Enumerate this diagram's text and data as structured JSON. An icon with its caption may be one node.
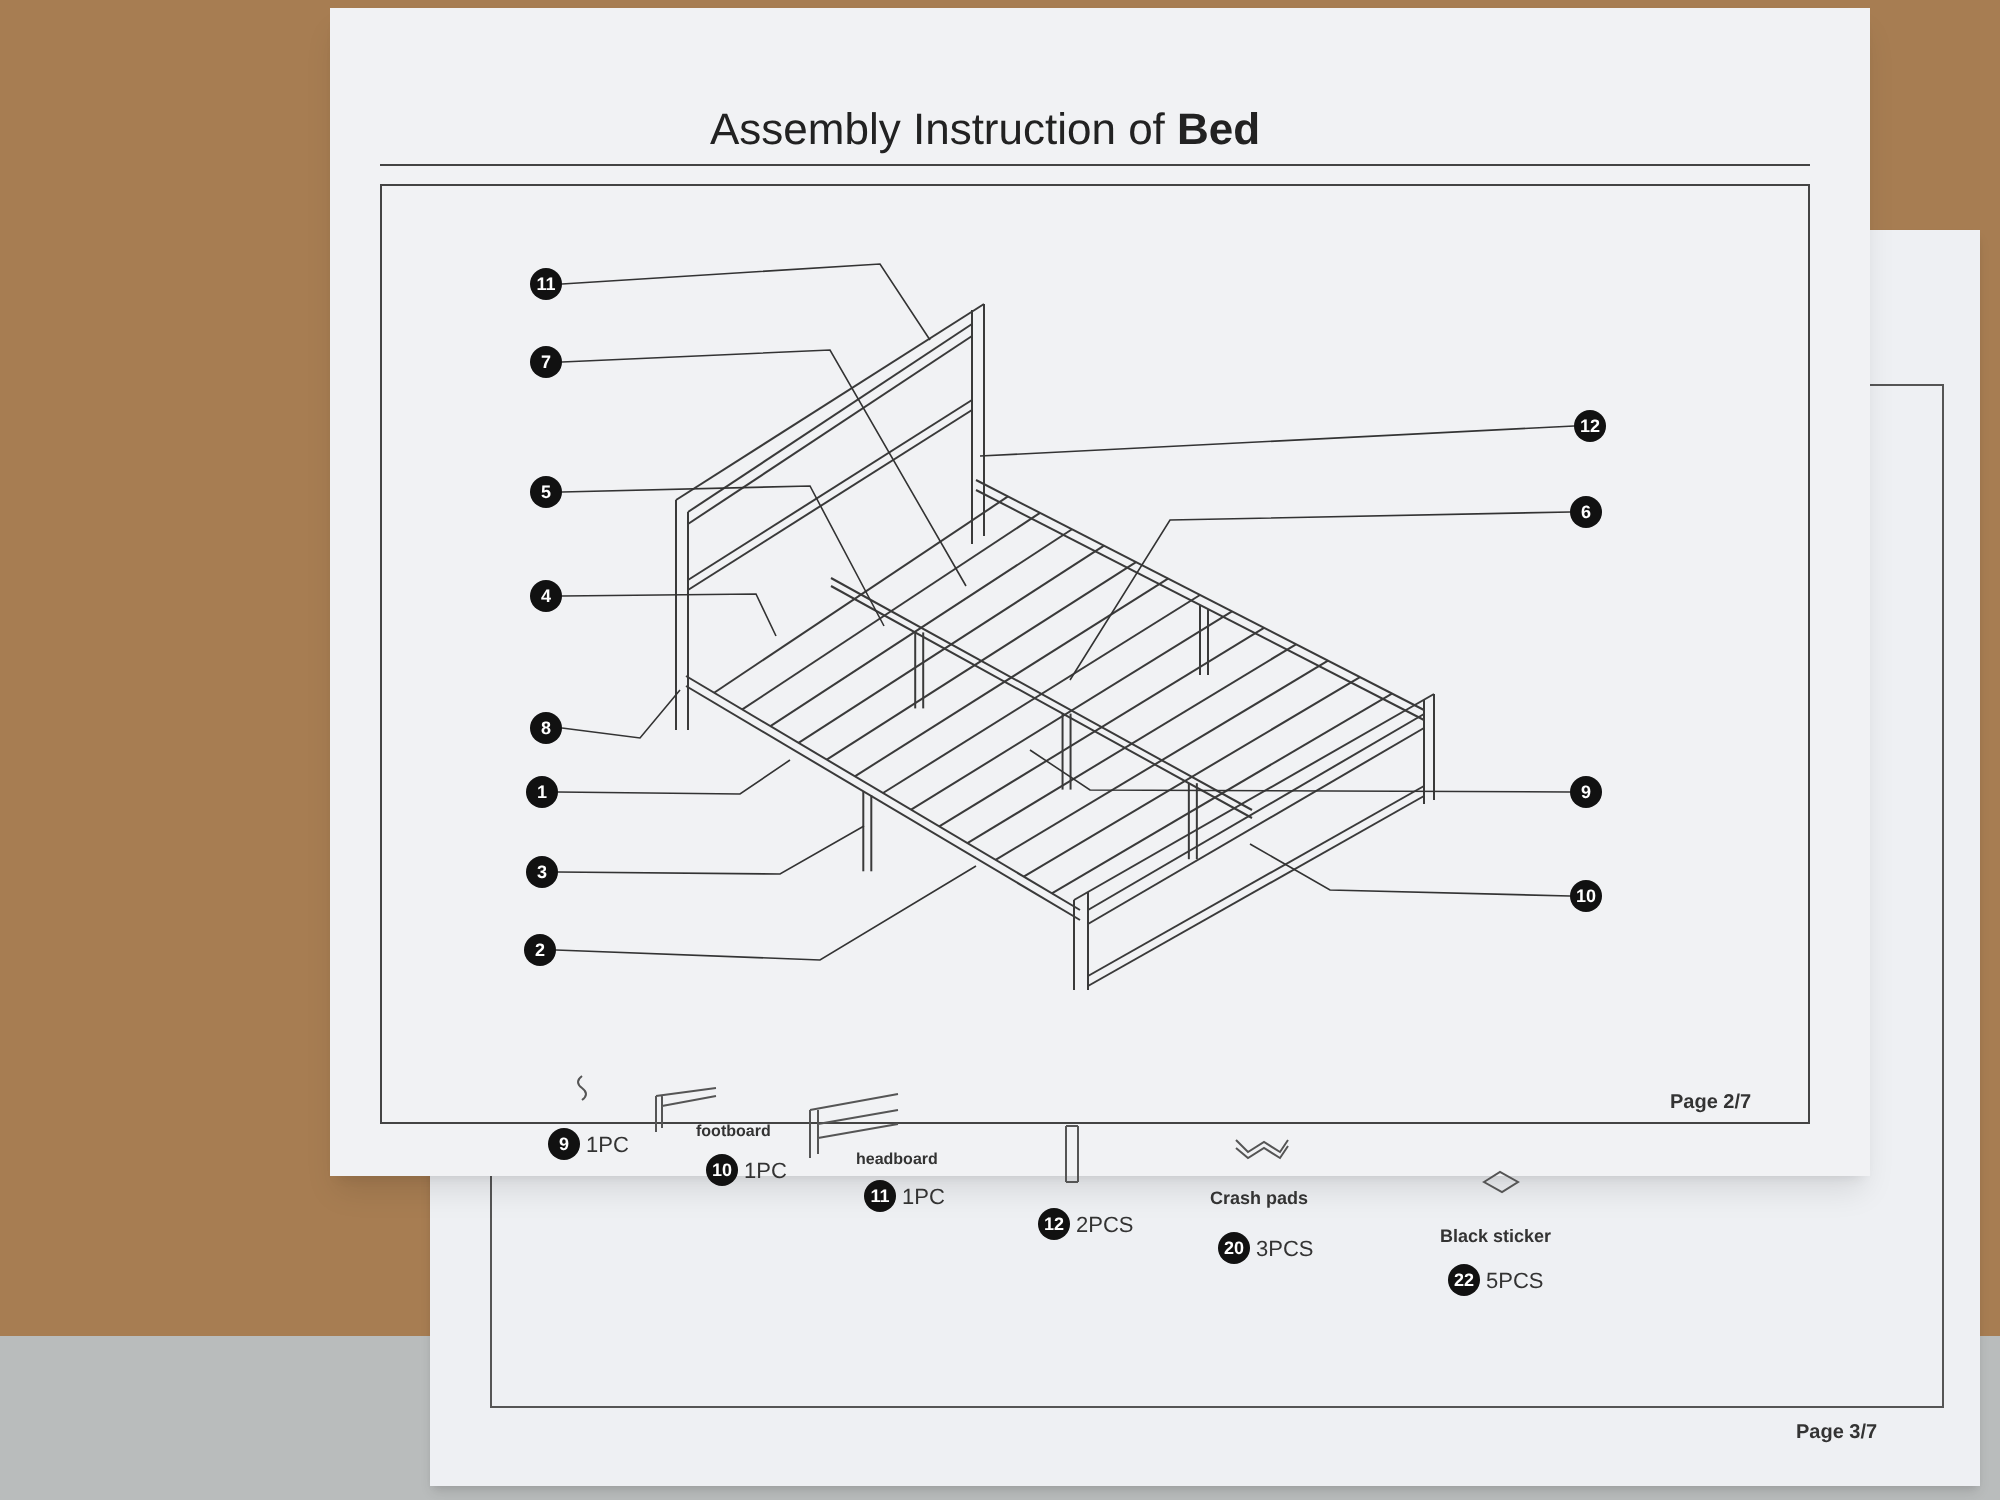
{
  "diagram": {
    "title": "Assembly Instruction of **Bed**",
    "nodes": [
      {
        "text": [
          "11"
        ]
      },
      {
        "text": [
          "7"
        ]
      },
      {
        "text": [
          "5"
        ]
      },
      {
        "text": [
          "4"
        ]
      },
      {
        "text": [
          "8"
        ]
      },
      {
        "text": [
          "1"
        ]
      },
      {
        "text": [
          "3"
        ]
      },
      {
        "text": [
          "2"
        ]
      },
      {
        "text": [
          "12"
        ]
      },
      {
        "text": [
          "6"
        ]
      },
      {
        "text": [
          "9"
        ]
      },
      {
        "text": [
          "10"
        ]
      },
      {
        "text": [
          "9"
        ],
        "beside": [
          "1PC"
        ]
      },
      {
        "text": [
          "10"
        ],
        "beside": [
          "1PC"
        ]
      },
      {
        "text": [
          "11"
        ],
        "beside": [
          "1PC"
        ]
      },
      {
        "text": [
          "12"
        ],
        "beside": [
          "2PCS"
        ]
      },
      {
        "text": [
          "20"
        ],
        "beside": [
          "3PCS"
        ]
      },
      {
        "text": [
          "22"
        ],
        "beside": [
          "5PCS"
        ]
      }
    ],
    "edges": [
      {
        "from": 0,
        "to": null,
        "arrow": "none"
      },
      {
        "from": 1,
        "to": null,
        "arrow": "none"
      },
      {
        "from": 2,
        "to": null,
        "arrow": "none"
      },
      {
        "from": 3,
        "to": null,
        "arrow": "none"
      },
      {
        "from": 4,
        "to": null,
        "arrow": "none"
      },
      {
        "from": 5,
        "to": null,
        "arrow": "none"
      },
      {
        "from": 6,
        "to": null,
        "arrow": "none"
      },
      {
        "from": 7,
        "to": null,
        "arrow": "none"
      },
      {
        "from": 8,
        "to": null,
        "arrow": "none"
      },
      {
        "from": 9,
        "to": null,
        "arrow": "none"
      },
      {
        "from": 10,
        "to": null,
        "arrow": "none"
      },
      {
        "from": 11,
        "to": null,
        "arrow": "none"
      }
    ],
    "labels": [
      "Page 2/7",
      "footboard",
      "headboard",
      "Crash pads",
      "Black sticker",
      "Page 3/7"
    ]
  }
}
